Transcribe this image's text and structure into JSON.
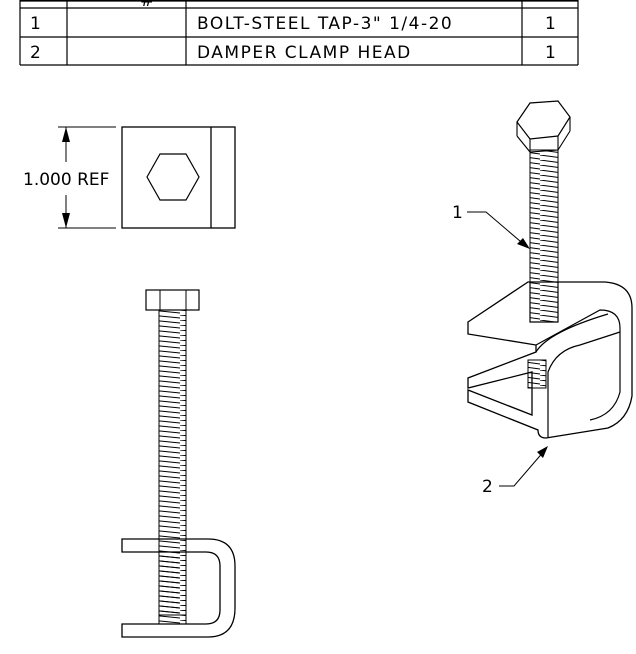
{
  "bom": {
    "header_mark": "#",
    "rows": [
      {
        "item": "1",
        "part_no": "",
        "description": "BOLT-STEEL TAP-3\" 1/4-20",
        "qty": "1"
      },
      {
        "item": "2",
        "part_no": "",
        "description": "DAMPER CLAMP HEAD",
        "qty": "1"
      }
    ]
  },
  "dimension": {
    "label": "1.000 REF"
  },
  "callouts": {
    "bolt": "1",
    "clamp": "2"
  }
}
